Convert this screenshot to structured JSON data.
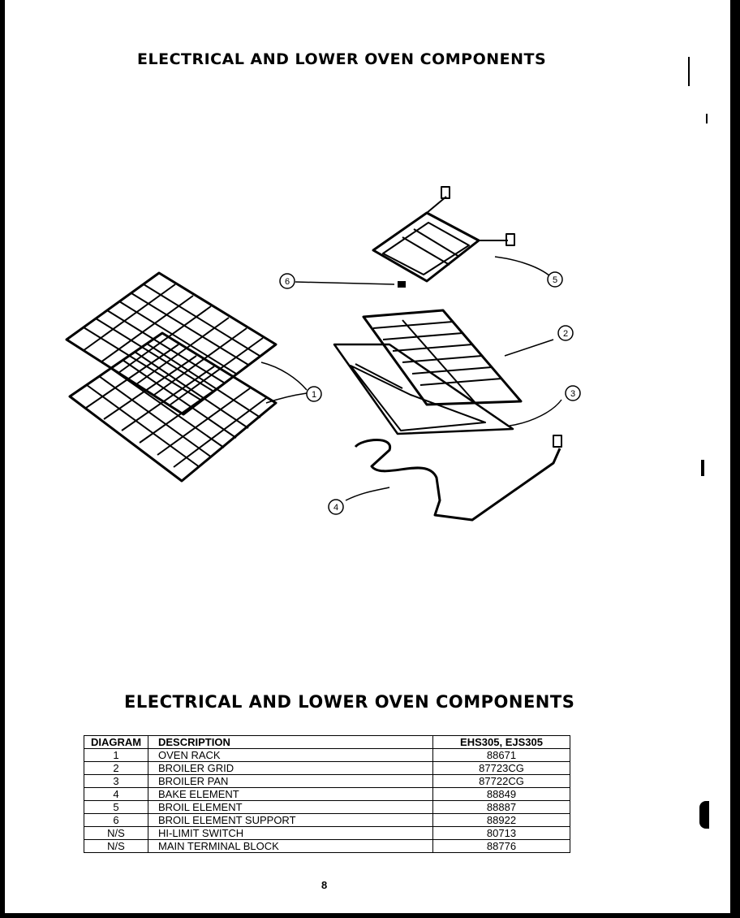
{
  "titles": {
    "top": "ELECTRICAL AND LOWER OVEN COMPONENTS",
    "bottom": "ELECTRICAL AND LOWER OVEN COMPONENTS"
  },
  "callouts": [
    "1",
    "2",
    "3",
    "4",
    "5",
    "6"
  ],
  "table": {
    "headers": [
      "DIAGRAM",
      "DESCRIPTION",
      "EHS305, EJS305"
    ],
    "rows": [
      [
        "1",
        "OVEN RACK",
        "88671"
      ],
      [
        "2",
        "BROILER GRID",
        "87723CG"
      ],
      [
        "3",
        "BROILER PAN",
        "87722CG"
      ],
      [
        "4",
        "BAKE ELEMENT",
        "88849"
      ],
      [
        "5",
        "BROIL ELEMENT",
        "88887"
      ],
      [
        "6",
        "BROIL ELEMENT SUPPORT",
        "88922"
      ],
      [
        "N/S",
        "HI-LIMIT SWITCH",
        "80713"
      ],
      [
        "N/S",
        "MAIN TERMINAL BLOCK",
        "88776"
      ]
    ]
  },
  "page_number": "8"
}
